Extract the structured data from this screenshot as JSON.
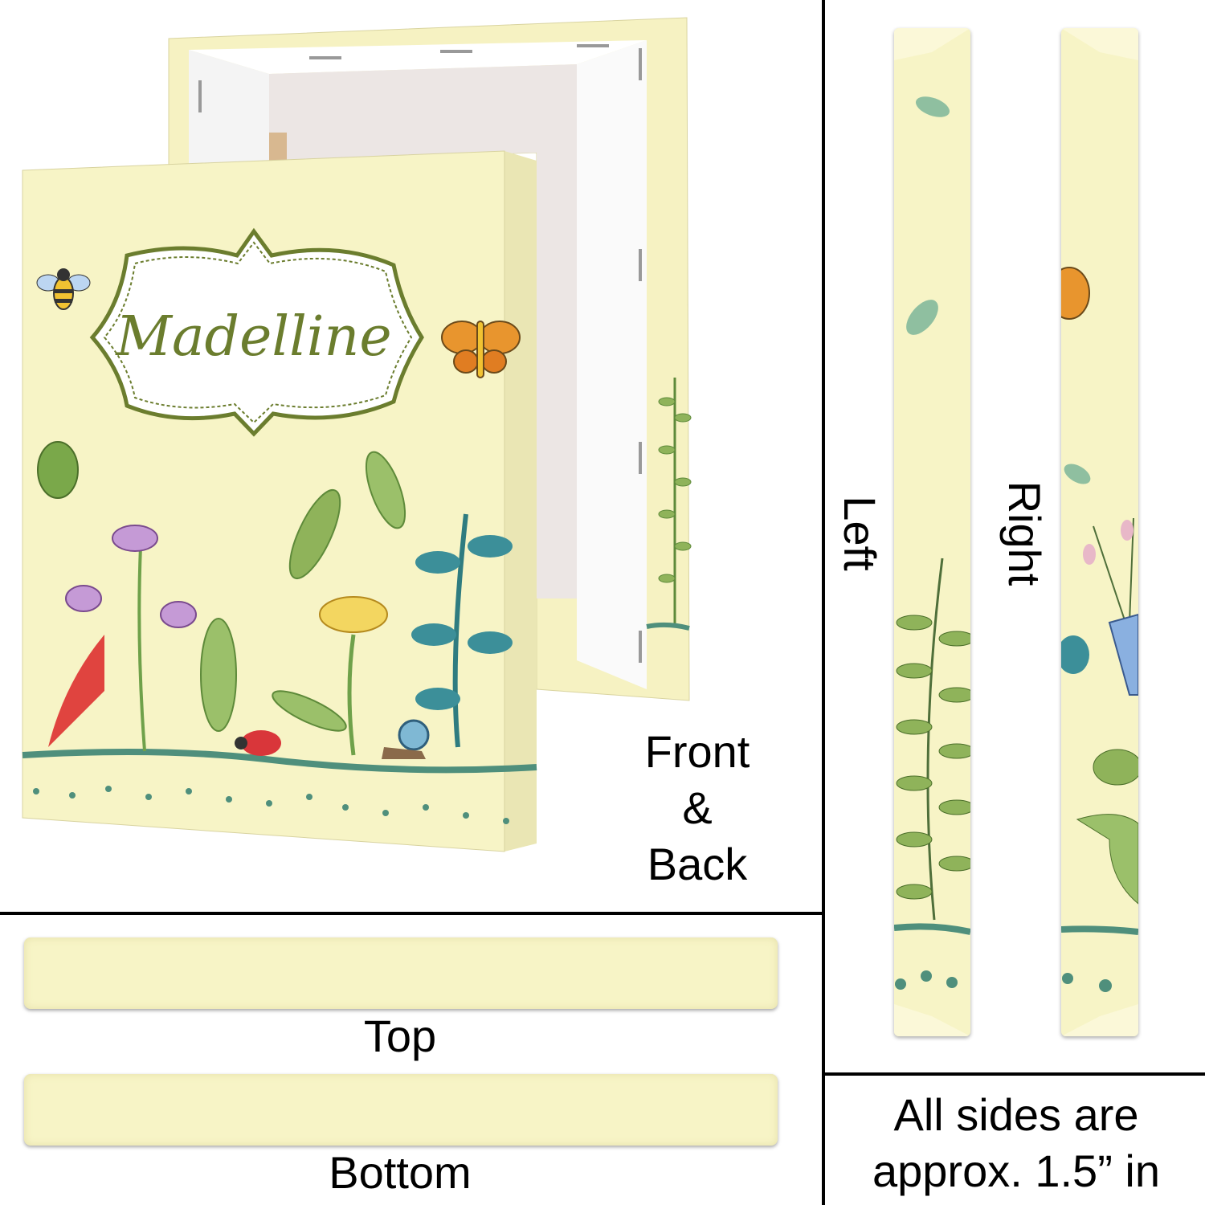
{
  "product": {
    "name_text": "Madelline",
    "background_color": "#f7f4c6",
    "accent_color": "#6b7d2e"
  },
  "labels": {
    "front": "Front",
    "amp": "&",
    "back": "Back",
    "top": "Top",
    "bottom": "Bottom",
    "left": "Left",
    "right": "Right",
    "note_line1": "All sides are",
    "note_line2": "approx. 1.5” in"
  }
}
